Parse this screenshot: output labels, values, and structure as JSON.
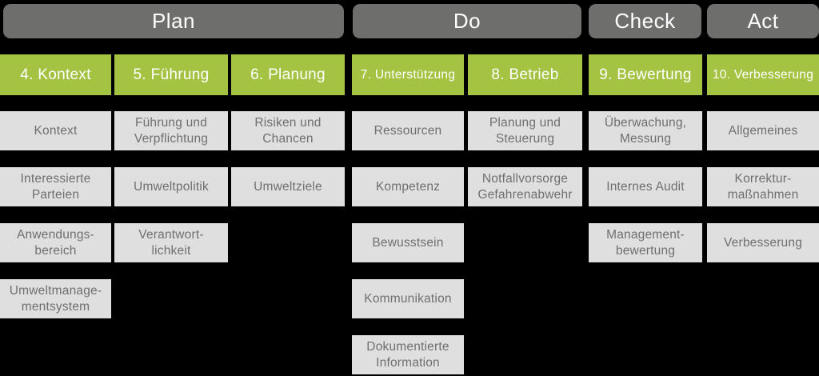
{
  "colors": {
    "background": "#000000",
    "pdca_header_bg": "#6e6e6d",
    "pdca_header_text": "#ffffff",
    "section_header_bg": "#a4c343",
    "section_header_text": "#ffffff",
    "item_bg": "#dfdfdf",
    "item_text": "#6f6f6f"
  },
  "pdca_headers": [
    {
      "label": "Plan"
    },
    {
      "label": "Do"
    },
    {
      "label": "Check"
    },
    {
      "label": "Act"
    }
  ],
  "columns": [
    {
      "header": "4. Kontext",
      "group": "Plan",
      "items": [
        "Kontext",
        "Interessierte\nParteien",
        "Anwendungs-\nbereich",
        "Umweltmanage-\nmentsystem"
      ]
    },
    {
      "header": "5. Führung",
      "group": "Plan",
      "items": [
        "Führung und\nVerpflichtung",
        "Umweltpolitik",
        "Verantwort-\nlichkeit"
      ]
    },
    {
      "header": "6. Planung",
      "group": "Plan",
      "items": [
        "Risiken und\nChancen",
        "Umweltziele"
      ]
    },
    {
      "header": "7. Unterstützung",
      "group": "Do",
      "items": [
        "Ressourcen",
        "Kompetenz",
        "Bewusstsein",
        "Kommunikation",
        "Dokumentierte\nInformation"
      ]
    },
    {
      "header": "8. Betrieb",
      "group": "Do",
      "items": [
        "Planung und\nSteuerung",
        "Notfallvorsorge\nGefahrenabwehr"
      ]
    },
    {
      "header": "9. Bewertung",
      "group": "Check",
      "items": [
        "Überwachung,\nMessung",
        "Internes Audit",
        "Management-\nbewertung"
      ]
    },
    {
      "header": "10. Verbesserung",
      "group": "Act",
      "items": [
        "Allgemeines",
        "Korrektur-\nmaßnahmen",
        "Verbesserung"
      ]
    }
  ]
}
